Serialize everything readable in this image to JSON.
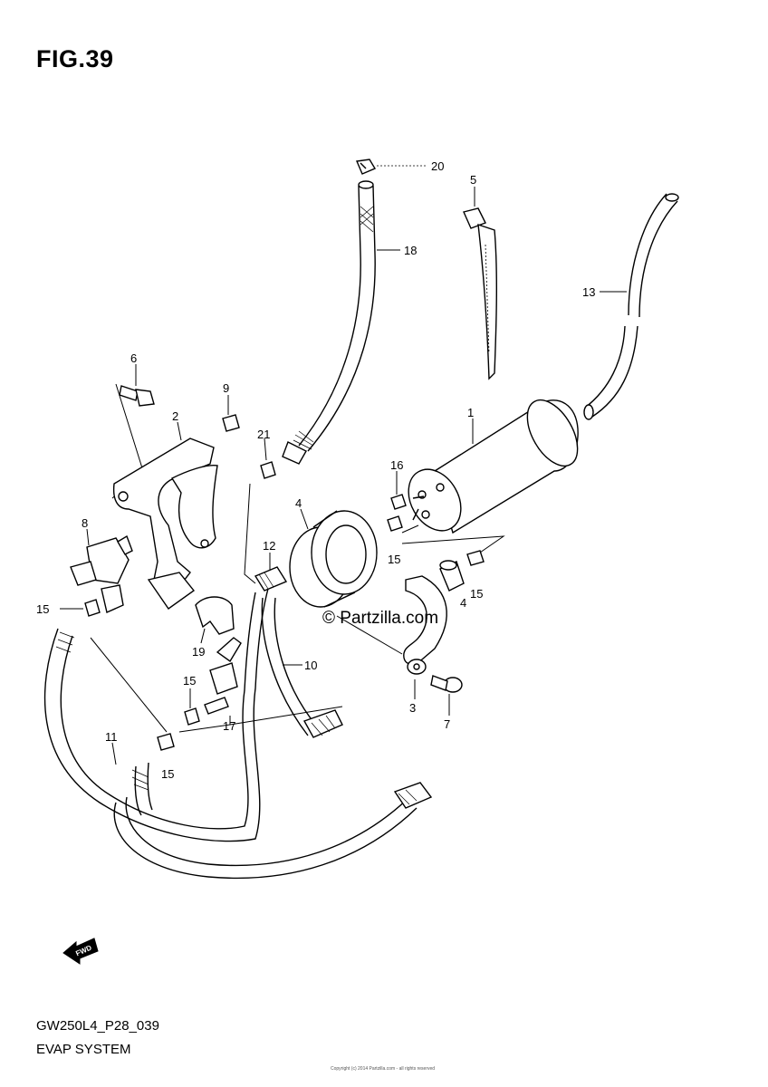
{
  "figure": {
    "title": "FIG.39"
  },
  "footer": {
    "code": "GW250L4_P28_039",
    "name": "EVAP SYSTEM",
    "fine_print": "Copyright (c) 2014 Partzilla.com - all rights reserved"
  },
  "watermark": {
    "text": "© Partzilla.com"
  },
  "direction_arrow": {
    "label": "FWD"
  },
  "callouts": {
    "c1": "1",
    "c2": "2",
    "c3": "3",
    "c4": "4",
    "c4b": "4",
    "c5": "5",
    "c6": "6",
    "c7": "7",
    "c8": "8",
    "c9": "9",
    "c10": "10",
    "c11": "11",
    "c12": "12",
    "c13": "13",
    "c15a": "15",
    "c15b": "15",
    "c15c": "15",
    "c15d": "15",
    "c15e": "15",
    "c16": "16",
    "c17": "17",
    "c18": "18",
    "c19": "19",
    "c20": "20",
    "c21": "21"
  }
}
